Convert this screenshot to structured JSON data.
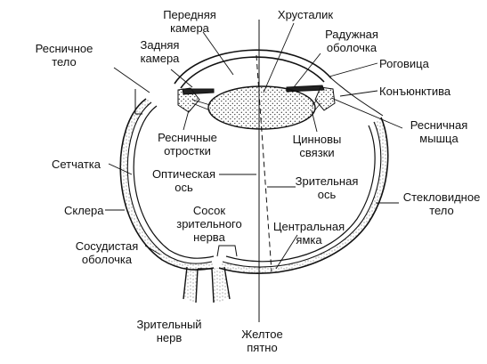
{
  "labels": {
    "anterior_chamber": [
      "Передняя",
      "камера"
    ],
    "lens": [
      "Хрусталик"
    ],
    "ciliary_body": [
      "Ресничное",
      "тело"
    ],
    "posterior_chamber": [
      "Задняя",
      "камера"
    ],
    "iris": [
      "Радужная",
      "оболочка"
    ],
    "cornea": [
      "Роговица"
    ],
    "conjunctiva": [
      "Конъюнктива"
    ],
    "ciliary_muscle": [
      "Ресничная",
      "мышца"
    ],
    "ciliary_processes": [
      "Ресничные",
      "отростки"
    ],
    "zonules": [
      "Цинновы",
      "связки"
    ],
    "retina": [
      "Сетчатка"
    ],
    "optic_axis": [
      "Оптическая",
      "ось"
    ],
    "visual_axis": [
      "Зрительная",
      "ось"
    ],
    "vitreous_body": [
      "Стекловидное",
      "тело"
    ],
    "sclera": [
      "Склера"
    ],
    "optic_disc": [
      "Сосок",
      "зрительного",
      "нерва"
    ],
    "fovea": [
      "Центральная",
      "ямка"
    ],
    "choroid": [
      "Сосудистая",
      "оболочка"
    ],
    "optic_nerve": [
      "Зрительный",
      "нерв"
    ],
    "macula": [
      "Желтое",
      "пятно"
    ]
  }
}
